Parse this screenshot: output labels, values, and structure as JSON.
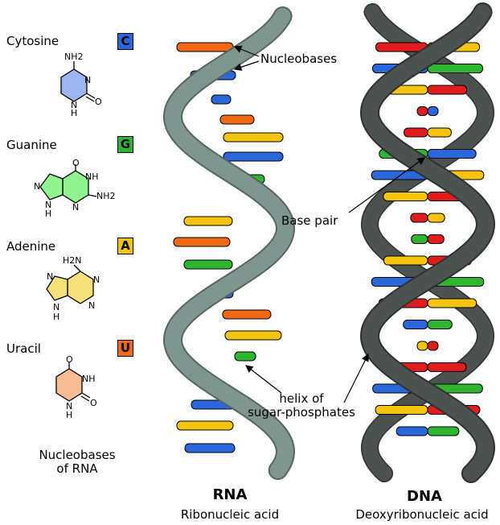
{
  "legend": {
    "items": [
      {
        "name": "Cytosine",
        "letter": "C",
        "color": "#2a67d8"
      },
      {
        "name": "Guanine",
        "letter": "G",
        "color": "#2fb52f"
      },
      {
        "name": "Adenine",
        "letter": "A",
        "color": "#f5c40f"
      },
      {
        "name": "Uracil",
        "letter": "U",
        "color": "#f06a16"
      }
    ],
    "caption_line1": "Nucleobases",
    "caption_line2": "of RNA"
  },
  "molecule_labels": {
    "cytosine_nh2": "NH2",
    "cytosine_n1": "N",
    "cytosine_n3": "N",
    "cytosine_o": "O",
    "cytosine_h": "H",
    "guanine_o": "O",
    "guanine_nh": "NH",
    "guanine_nh2": "NH2",
    "guanine_n7": "N",
    "guanine_n3": "N",
    "guanine_n9": "N",
    "guanine_h": "H",
    "adenine_h2n": "H2N",
    "adenine_n1": "N",
    "adenine_n3": "N",
    "adenine_n7": "N",
    "adenine_n9": "N",
    "adenine_h": "H",
    "uracil_o_top": "O",
    "uracil_nh": "NH",
    "uracil_n": "N",
    "uracil_h": "H",
    "uracil_o": "O"
  },
  "annotations": {
    "nucleobases": "Nucleobases",
    "base_pair": "Base pair",
    "helix_line1": "helix of",
    "helix_line2": "sugar-phosphates"
  },
  "rna": {
    "title": "RNA",
    "subtitle": "Ribonucleic acid"
  },
  "dna": {
    "title": "DNA",
    "subtitle": "Deoxyribonucleic acid"
  },
  "colors": {
    "rna_backbone": "#7f9690",
    "rna_backbone_dark": "#55665f",
    "dna_backbone": "#4b524f",
    "dna_backbone_dark": "#2d3230",
    "cytosine": "#2a67d8",
    "guanine": "#2fb52f",
    "adenine": "#f5c40f",
    "uracil": "#f06a16",
    "thymine": "#e01c1c"
  }
}
